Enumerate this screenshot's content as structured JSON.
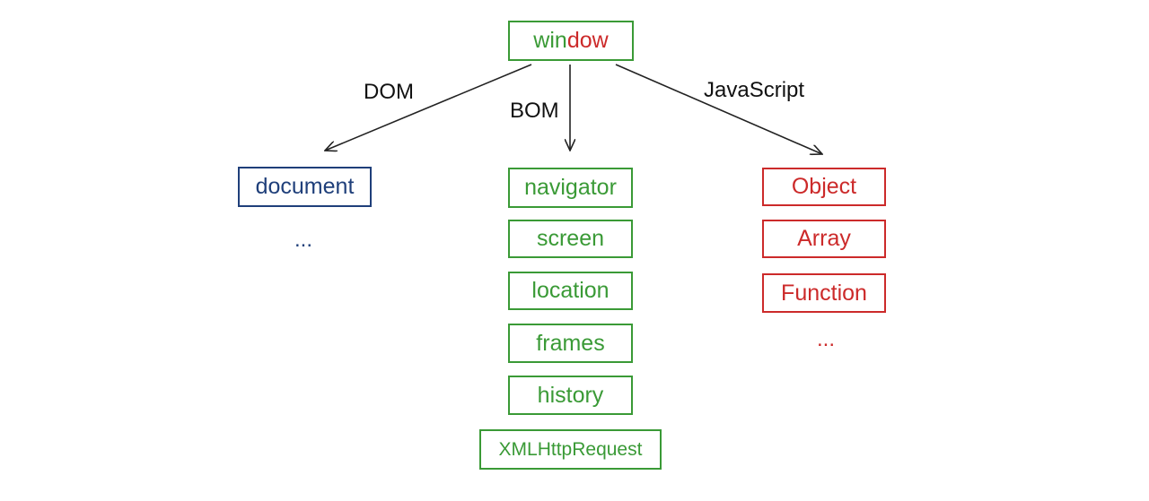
{
  "root": {
    "label_part_a": "win",
    "label_part_b": "dow"
  },
  "edges": {
    "dom_label": "DOM",
    "bom_label": "BOM",
    "js_label": "JavaScript"
  },
  "dom": {
    "items": [
      "document"
    ],
    "ellipsis": "..."
  },
  "bom": {
    "items": [
      "navigator",
      "screen",
      "location",
      "frames",
      "history",
      "XMLHttpRequest"
    ]
  },
  "javascript": {
    "items": [
      "Object",
      "Array",
      "Function"
    ],
    "ellipsis": "..."
  },
  "colors": {
    "bom": "#3a9a36",
    "dom": "#1f3f7a",
    "javascript": "#cc2a2a",
    "arrow": "#222222"
  }
}
